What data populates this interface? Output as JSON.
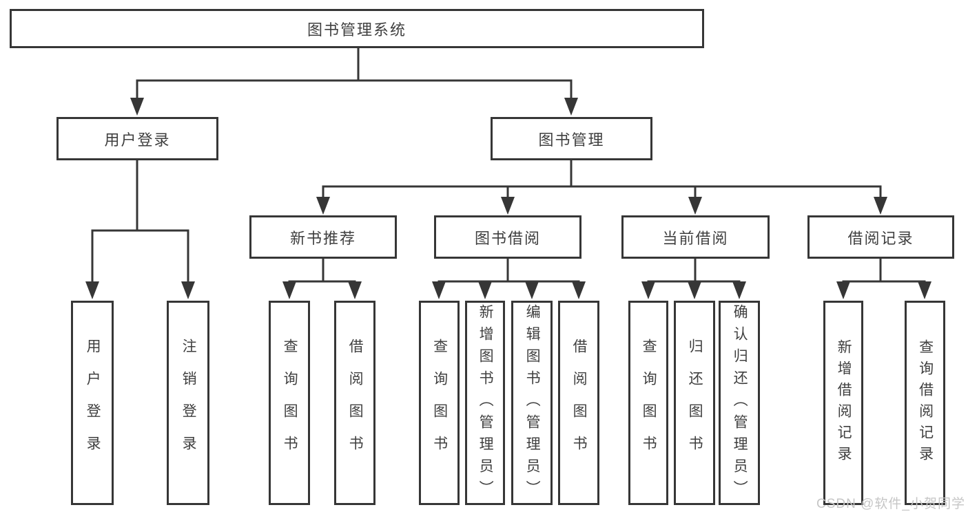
{
  "diagram": {
    "root": {
      "label": "图书管理系统"
    },
    "level2": [
      {
        "label": "用户登录",
        "children": [
          {
            "label": "用户登录"
          },
          {
            "label": "注销登录"
          }
        ]
      },
      {
        "label": "图书管理",
        "children": [
          {
            "label": "新书推荐",
            "children": [
              {
                "label": "查询图书"
              },
              {
                "label": "借阅图书"
              }
            ]
          },
          {
            "label": "图书借阅",
            "children": [
              {
                "label": "查询图书"
              },
              {
                "label": "新增图书（管理员）"
              },
              {
                "label": "编辑图书（管理员）"
              },
              {
                "label": "借阅图书"
              }
            ]
          },
          {
            "label": "当前借阅",
            "children": [
              {
                "label": "查询图书"
              },
              {
                "label": "归还图书"
              },
              {
                "label": "确认归还（管理员）"
              }
            ]
          },
          {
            "label": "借阅记录",
            "children": [
              {
                "label": "新增借阅记录"
              },
              {
                "label": "查询借阅记录"
              }
            ]
          }
        ]
      }
    ]
  },
  "watermark": "CSDN @软件_小贺同学",
  "colors": {
    "line": "#363636",
    "box_border": "#363636",
    "box_fill": "#ffffff",
    "text": "#3f3f3f",
    "watermark": "#c6c6c6"
  }
}
